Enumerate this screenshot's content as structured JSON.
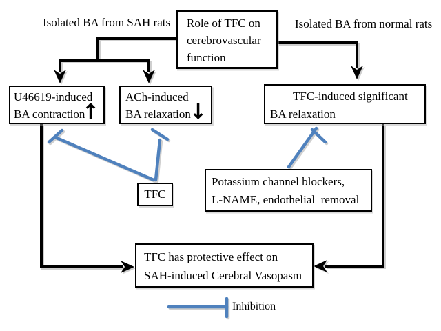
{
  "colors": {
    "inhibition": "#4f81bd",
    "line": "#000000"
  },
  "branch_labels": {
    "left": "Isolated BA from SAH rats",
    "right": "Isolated BA from normal rats"
  },
  "boxes": {
    "root": {
      "l1": "Role of TFC on",
      "l2": "cerebrovascular",
      "l3": "function"
    },
    "contraction": {
      "l1": "U46619-induced",
      "l2": "BA contraction",
      "arrow": "↑"
    },
    "relaxation": {
      "l1": "ACh-induced",
      "l2": "BA relaxation",
      "arrow": "↓"
    },
    "tfc_relaxation": {
      "l1": "TFC-induced significant",
      "l2": "BA relaxation"
    },
    "tfc": {
      "label": "TFC"
    },
    "blockers": {
      "l1": "Potassium channel blockers,",
      "l2": "L-NAME, endothelial  removal"
    },
    "conclusion": {
      "l1": "TFC has protective effect on",
      "l2": "SAH-induced Cerebral Vasopasm"
    }
  },
  "legend": {
    "label": "Inhibition"
  }
}
